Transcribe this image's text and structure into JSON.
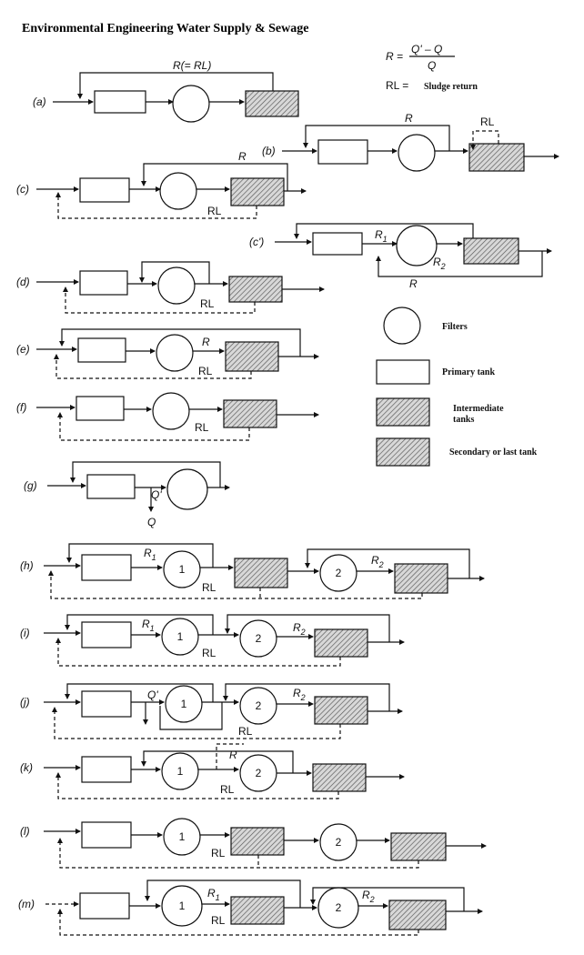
{
  "title": "Environmental Engineering Water Supply & Sewage",
  "formula": {
    "lhs": "R =",
    "num": "Q' – Q",
    "den": "Q"
  },
  "rl_definition": {
    "abbr": "RL =",
    "text": "Sludge return"
  },
  "legend": [
    {
      "shape": "circle",
      "label": "Filters"
    },
    {
      "shape": "rect",
      "label": "Primary tank"
    },
    {
      "shape": "hatched",
      "label": "Intermediate tanks"
    },
    {
      "shape": "hatched",
      "label": "Secondary or last tank"
    }
  ],
  "labels": {
    "R": "R",
    "RL": "RL",
    "R_eq_RL": "R(= RL)",
    "R1": "R1",
    "R2": "R2",
    "Qp": "Q'",
    "Q": "Q",
    "one": "1",
    "two": "2"
  },
  "schemes": [
    "(a)",
    "(b)",
    "(c)",
    "(c')",
    "(d)",
    "(e)",
    "(f)",
    "(g)",
    "(h)",
    "(i)",
    "(j)",
    "(k)",
    "(l)",
    "(m)"
  ],
  "colors": {
    "ink": "#111111",
    "hatch": "#555555"
  }
}
